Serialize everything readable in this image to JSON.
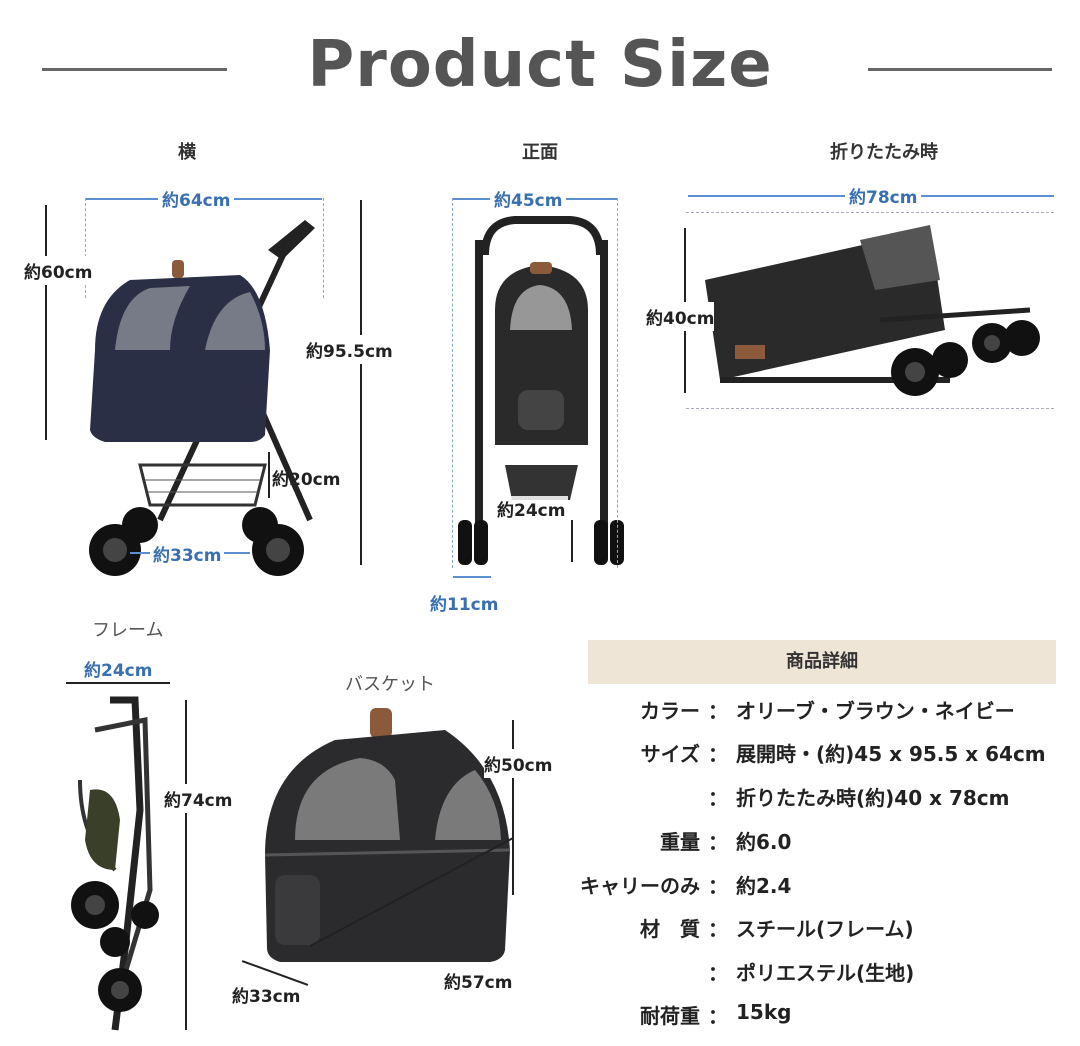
{
  "header": {
    "title": "Product Size"
  },
  "views": {
    "side": {
      "label": "横",
      "width": "約64cm",
      "height_basket": "約60cm",
      "height_total": "約95.5cm",
      "height_basket_low": "約20cm",
      "wheelbase": "約33cm"
    },
    "front": {
      "label": "正面",
      "width": "約45cm",
      "inner": "約24cm",
      "wheel_gap": "約11cm"
    },
    "folded": {
      "label": "折りたたみ時",
      "width": "約78cm",
      "height": "約40cm"
    },
    "frame": {
      "label": "フレーム",
      "width": "約24cm",
      "height": "約74cm"
    },
    "basket": {
      "label": "バスケット",
      "height": "約50cm",
      "depth": "約33cm",
      "width": "約57cm"
    }
  },
  "specs": {
    "heading": "商品詳細",
    "rows": [
      {
        "key": "カラー",
        "sep": "：",
        "value": "オリーブ・ブラウン・ネイビー"
      },
      {
        "key": "サイズ",
        "sep": "：",
        "value": "展開時・(約)45 x 95.5 x 64cm"
      },
      {
        "key": "",
        "sep": "：",
        "value": "折りたたみ時(約)40 x 78cm"
      },
      {
        "key": "重量",
        "sep": "：",
        "value": "約6.0"
      },
      {
        "key": "キャリーのみ",
        "sep": "：",
        "value": "約2.4"
      },
      {
        "key": "材　質",
        "sep": "：",
        "value": "スチール(フレーム)"
      },
      {
        "key": "",
        "sep": "：",
        "value": "ポリエステル(生地)"
      },
      {
        "key": "耐荷重",
        "sep": "：",
        "value": "15kg"
      }
    ]
  },
  "colors": {
    "accent": "#5a8fd0",
    "spec_header_bg": "#efe5d6",
    "title": "#555555"
  }
}
